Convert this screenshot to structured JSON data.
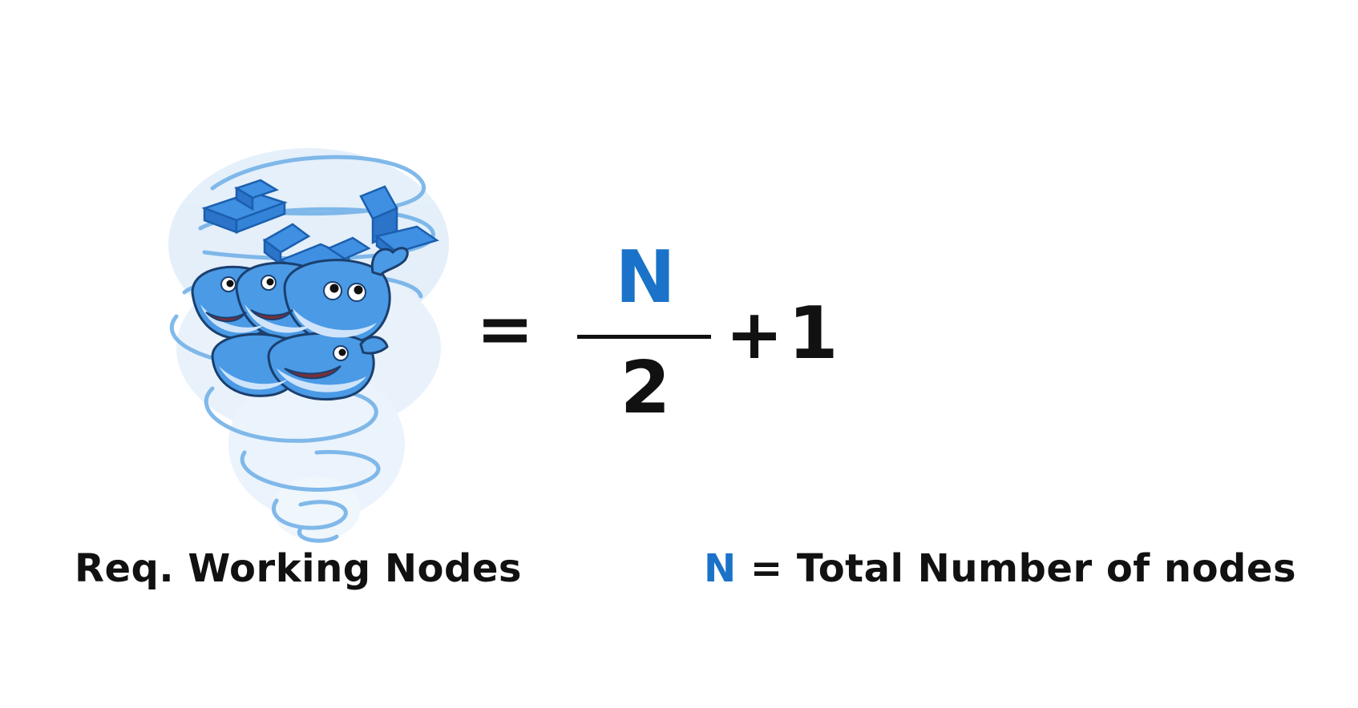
{
  "formula": {
    "equals": "=",
    "numerator": "N",
    "denominator": "2",
    "plus": "+",
    "constant": "1"
  },
  "caption_left": "Req. Working Nodes",
  "legend": {
    "symbol": "N",
    "text": "= Total Number of nodes"
  },
  "colors": {
    "accent": "#1a73c8",
    "whale": "#4a9ae6",
    "whale_dark": "#2f7fd4",
    "swirl": "#9fc8ef",
    "text": "#111111"
  },
  "illustration_icon": "docker-whales-tornado-icon"
}
